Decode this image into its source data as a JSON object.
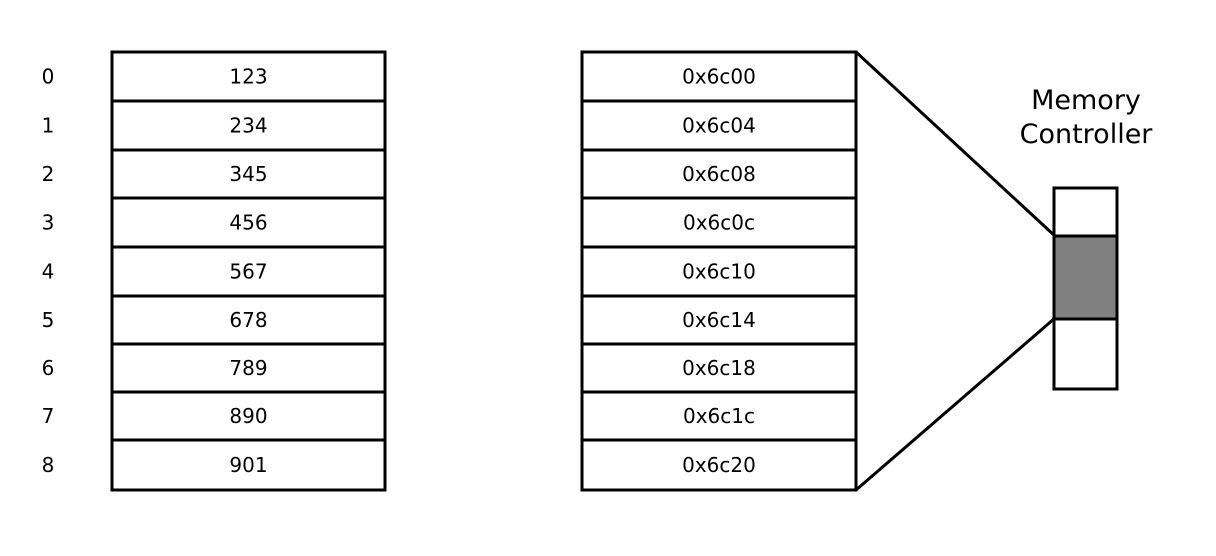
{
  "indices": [
    "0",
    "1",
    "2",
    "3",
    "4",
    "5",
    "6",
    "7",
    "8"
  ],
  "values": [
    "123",
    "234",
    "345",
    "456",
    "567",
    "678",
    "789",
    "890",
    "901"
  ],
  "addresses": [
    "0x6c00",
    "0x6c04",
    "0x6c08",
    "0x6c0c",
    "0x6c10",
    "0x6c14",
    "0x6c18",
    "0x6c1c",
    "0x6c20"
  ],
  "memory_controller": {
    "label_line1": "Memory",
    "label_line2": "Controller",
    "highlight_color": "#808080"
  }
}
